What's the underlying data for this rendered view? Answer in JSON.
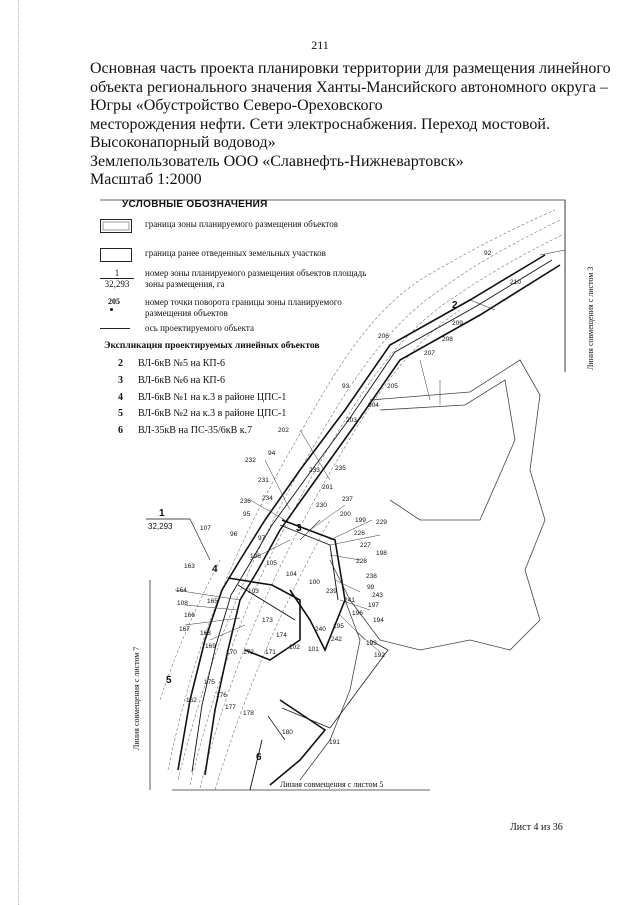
{
  "page_number": "211",
  "title_lines": [
    "Основная часть проекта планировки территории  для размещения линейного",
    "объекта регионального значения Ханты-Мансийского автономного округа –",
    "Югры «Обустройство Северо-Ореховского",
    "месторождения нефти. Сети электроснабжения. Переход мостовой.",
    "Высоконапорный водовод»",
    "Землепользователь ООО «Славнефть-Нижневартовск»",
    "Масштаб 1:2000"
  ],
  "legend": {
    "heading": "УСЛОВНЫЕ ОБОЗНАЧЕНИЯ",
    "plan_zone": "граница зоны планируемого размещения объектов",
    "prev_land": "граница ранее отведенных земельных участков",
    "zone_number_top": "1",
    "zone_number_bottom": "32,293",
    "zone_number_text": "номер зоны планируемого размещения объектов площадь зоны размещения, га",
    "turn_point_number": "205",
    "turn_point_text": "номер точки поворота границы зоны планируемого размещения объектов",
    "axis_text": "ось проектируемого объекта"
  },
  "explication": {
    "heading": "Экспликация проектируемых линейных объектов",
    "rows": [
      {
        "num": "2",
        "label": "ВЛ-6кВ №5 на КП-6"
      },
      {
        "num": "3",
        "label": "ВЛ-6кВ №6 на КП-6"
      },
      {
        "num": "4",
        "label": "ВЛ-6кВ №1 на к.3 в районе ЦПС-1"
      },
      {
        "num": "5",
        "label": "ВЛ-6кВ №2 на к.3 в районе ЦПС-1"
      },
      {
        "num": "6",
        "label": "ВЛ-35кВ на ПС-35/6кВ к.7"
      }
    ]
  },
  "map": {
    "zone_label_top": "1",
    "zone_label_bottom": "32,293",
    "line_numbers": [
      "2",
      "3",
      "4",
      "5",
      "6"
    ],
    "point_labels": [
      "92",
      "210",
      "209",
      "208",
      "206",
      "207",
      "93",
      "205",
      "204",
      "203",
      "202",
      "94",
      "232",
      "233",
      "235",
      "231",
      "201",
      "237",
      "236",
      "234",
      "230",
      "200",
      "95",
      "199",
      "229",
      "107",
      "96",
      "97",
      "226",
      "227",
      "198",
      "106",
      "228",
      "105",
      "104",
      "238",
      "163",
      "100",
      "99",
      "239",
      "243",
      "164",
      "103",
      "241",
      "197",
      "108",
      "165",
      "196",
      "173",
      "166",
      "167",
      "174",
      "240",
      "195",
      "194",
      "168",
      "169",
      "170",
      "172",
      "171",
      "102",
      "101",
      "242",
      "193",
      "192",
      "175",
      "176",
      "162",
      "177",
      "178",
      "180",
      "191"
    ],
    "side_right": "Линия совмещения с листом 3",
    "side_left": "Линия совмещения с листом 7",
    "bottom_line": "Линия совмещения с листом 5"
  },
  "sheet": "Лист 4 из 36"
}
